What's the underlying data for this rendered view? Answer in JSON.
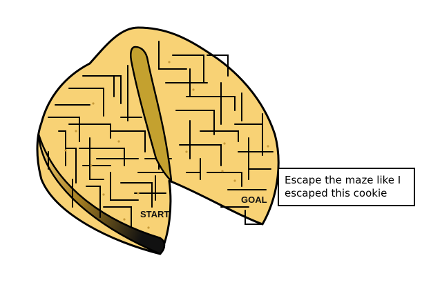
{
  "maze": {
    "start_label": "START",
    "goal_label": "GOAL"
  },
  "message": {
    "line1": "Escape the maze like I",
    "line2": "escaped this cookie"
  },
  "colors": {
    "cookie": "#f8d275",
    "cookie_dark": "#c9a02e",
    "outline": "#000000",
    "crumbs": "#c79a3a"
  }
}
